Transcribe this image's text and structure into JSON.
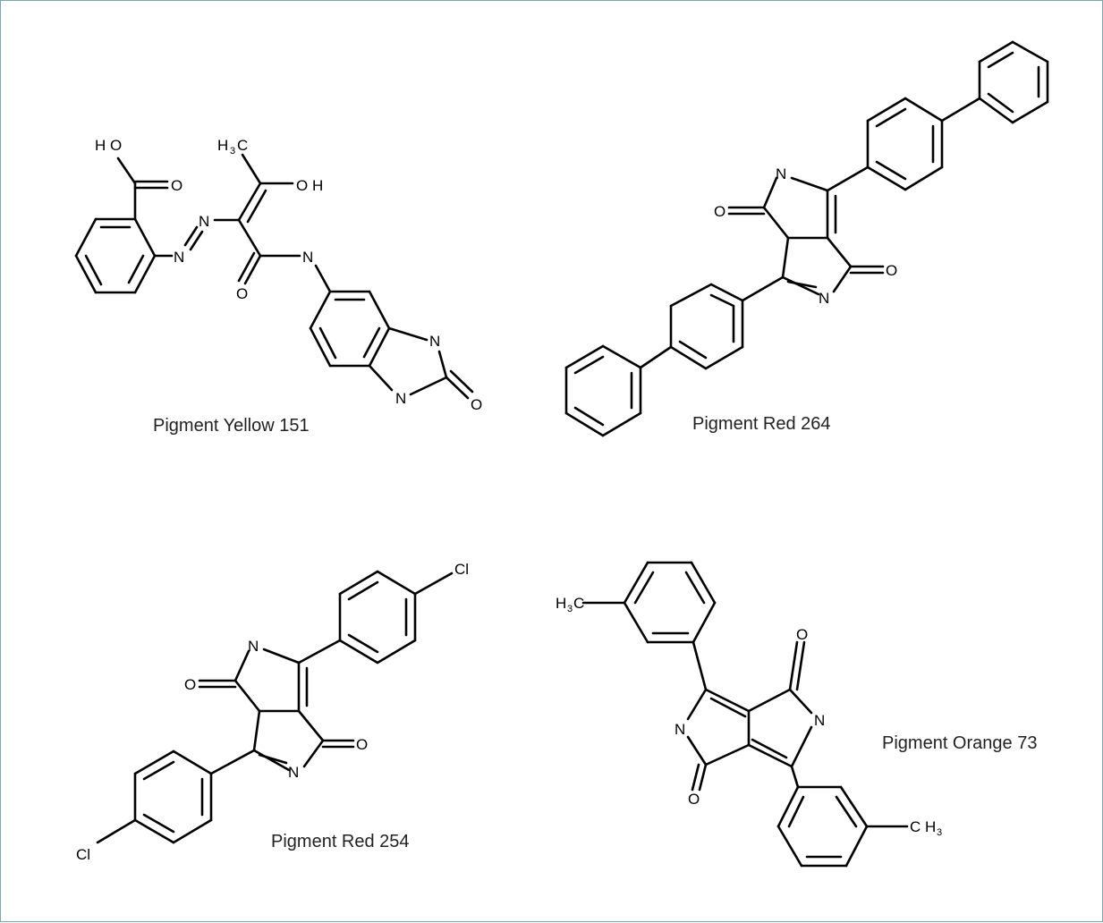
{
  "molecules": {
    "yellow151": {
      "name": "Pigment Yellow 151",
      "atoms": {
        "ho": "H O",
        "o_acid": "O",
        "h3c": "H",
        "h3c_c": "C",
        "sub3": "3",
        "oh": "O H",
        "n_azo1": "N",
        "n_azo2": "N",
        "o_amide": "O",
        "nh_amide": "N",
        "n_ring1": "N",
        "n_ring2": "N",
        "o_urea": "O"
      }
    },
    "red264": {
      "name": "Pigment Red 264",
      "atoms": {
        "n1": "N",
        "n2": "N",
        "o1": "O",
        "o2": "O"
      }
    },
    "red254": {
      "name": "Pigment Red 254",
      "atoms": {
        "n1": "N",
        "n2": "N",
        "o1": "O",
        "o2": "O",
        "cl1": "Cl",
        "cl2": "Cl"
      }
    },
    "orange73": {
      "name": "Pigment Orange 73",
      "atoms": {
        "h3c": "H",
        "h3c_c": "C",
        "sub3a": "3",
        "n1": "N",
        "n2": "N",
        "o1": "O",
        "o2": "O",
        "ch3_c": "C H",
        "sub3b": "3"
      }
    }
  }
}
